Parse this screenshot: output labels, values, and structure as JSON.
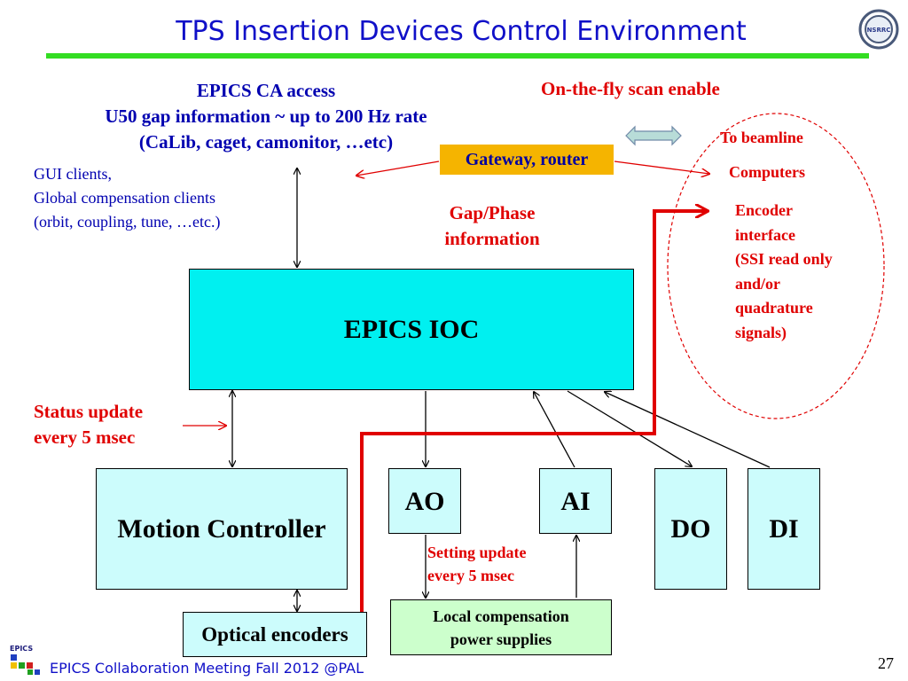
{
  "title": "TPS Insertion Devices Control Environment",
  "epics_ca": {
    "line1": "EPICS CA access",
    "line2": "U50 gap information ~  up to 200 Hz rate",
    "line3": "(CaLib, caget, camonitor, …etc)"
  },
  "on_the_fly": "On-the-fly scan enable",
  "gui_clients": {
    "line1": "GUI clients,",
    "line2": "Global compensation clients",
    "line3": "(orbit, coupling, tune, …etc.)"
  },
  "gateway": "Gateway, router",
  "gap_phase": {
    "line1": "Gap/Phase",
    "line2": "information"
  },
  "beamline": {
    "to_beamline": "To beamline",
    "computers": "Computers",
    "encoder_lines": [
      "Encoder",
      "interface",
      "(SSI read only",
      "and/or",
      "quadrature",
      "signals)"
    ]
  },
  "ioc": "EPICS IOC",
  "status_update": {
    "line1": "Status update",
    "line2": "every 5 msec"
  },
  "motion_controller": "Motion Controller",
  "ao": "AO",
  "ai": "AI",
  "do": "DO",
  "di": "DI",
  "setting_update": {
    "line1": "Setting update",
    "line2": "every 5 msec"
  },
  "optical_encoders": "Optical encoders",
  "local_compensation": {
    "line1": "Local compensation",
    "line2": "power supplies"
  },
  "logo_text": "NSRRC",
  "footer_logo_text": "EPICS",
  "footer": "EPICS Collaboration Meeting Fall 2012 @PAL",
  "page_number": "27",
  "colors": {
    "title_blue": "#1010c8",
    "accent_red": "#e00000",
    "rule_green": "#33dd22",
    "gateway_orange": "#f5b400",
    "ioc_cyan": "#00f0f0",
    "box_lightcyan": "#ccfcfc",
    "power_green": "#ccffcc"
  }
}
